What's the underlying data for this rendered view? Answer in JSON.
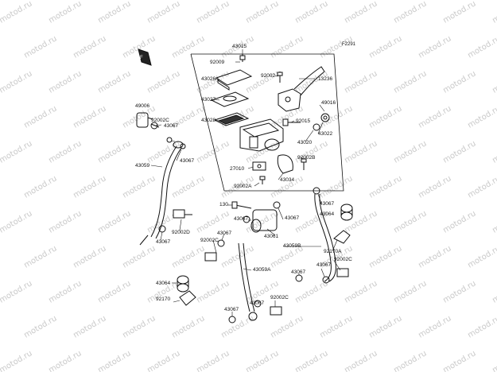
{
  "diagram": {
    "reference_code": "F2291",
    "watermark_text": "motod.ru",
    "part_numbers": {
      "p43015": "43015",
      "p92009": "92009",
      "p43026": "43026",
      "p43027": "43027",
      "p43028": "43028",
      "p92002_top": "92002",
      "p13236": "13236",
      "p49016": "49016",
      "p92015": "92015",
      "p43022": "43022",
      "p43020": "43020",
      "p92002b_top": "92002B",
      "p27010": "27010",
      "p43034": "43034",
      "p92002a": "92002A",
      "p49006": "49006",
      "p92002c_left": "92002C",
      "p43067_a": "43067",
      "p43067_b": "43067",
      "p43059": "43059",
      "p92002d": "92002D",
      "p43067_c": "43067",
      "p130": "130",
      "p43067_d": "43067",
      "p43067_e": "43067",
      "p43061": "43061",
      "p43059b": "43059B",
      "p43067_f": "43067",
      "p43064_right": "43064",
      "p92170a": "92170A",
      "p92002c_right": "92002C",
      "p43067_g": "43067",
      "p92002c_mid": "92002C",
      "p43067_h": "43067",
      "p43059a": "43059A",
      "p43064_left": "43064",
      "p92170": "92170",
      "p43067_i": "43067",
      "p92002c_bottom": "92002C",
      "p43067_j": "43067",
      "p43067_k": "43067"
    }
  }
}
